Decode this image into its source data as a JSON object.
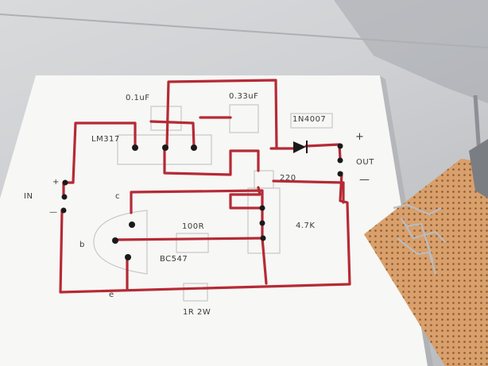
{
  "labels": {
    "cap1": "0.1uF",
    "cap2": "0.33uF",
    "diode": "1N4007",
    "regulator": "LM317",
    "plus_out": "+",
    "out": "OUT",
    "minus_out": "—",
    "in": "IN",
    "plus_in": "+",
    "minus_in": "—",
    "res220": "220",
    "collector": "c",
    "res100": "100R",
    "res47k": "4.7K",
    "base": "b",
    "transistor": "BC547",
    "emitter": "e",
    "res1r": "1R  2W"
  },
  "colors": {
    "paper": "#f7f7f5",
    "wire": "#b52a35",
    "node": "#1a1a1a",
    "outline": "#c8c8c8",
    "board": "#d9a06c"
  }
}
